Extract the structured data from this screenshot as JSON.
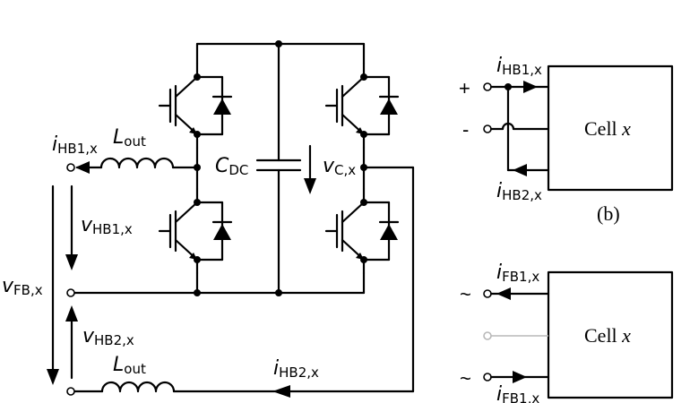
{
  "fullbridge": {
    "i_hb1": {
      "main": "i",
      "sub": "HB1,x"
    },
    "l_out_top": {
      "main": "L",
      "sub": "out"
    },
    "c_dc": {
      "main": "C",
      "sub": "DC"
    },
    "v_c": {
      "main": "v",
      "sub": "C,x"
    },
    "v_hb1": {
      "main": "v",
      "sub": "HB1,x"
    },
    "v_fb": {
      "main": "v",
      "sub": "FB,x"
    },
    "v_hb2": {
      "main": "v",
      "sub": "HB2,x"
    },
    "l_out_bottom": {
      "main": "L",
      "sub": "out"
    },
    "i_hb2": {
      "main": "i",
      "sub": "HB2,x"
    }
  },
  "cell_b": {
    "plus": "+",
    "minus": "-",
    "i_top": {
      "main": "i",
      "sub": "HB1,x"
    },
    "i_bottom": {
      "main": "i",
      "sub": "HB2,x"
    },
    "box_label": {
      "text": "Cell ",
      "var": "x"
    },
    "caption": "(b)"
  },
  "cell_c": {
    "tilde_top": "~",
    "tilde_bottom": "~",
    "i_top": {
      "main": "i",
      "sub": "FB1,x"
    },
    "i_bottom": {
      "main": "i",
      "sub": "FB1,x"
    },
    "box_label": {
      "text": "Cell ",
      "var": "x"
    }
  }
}
